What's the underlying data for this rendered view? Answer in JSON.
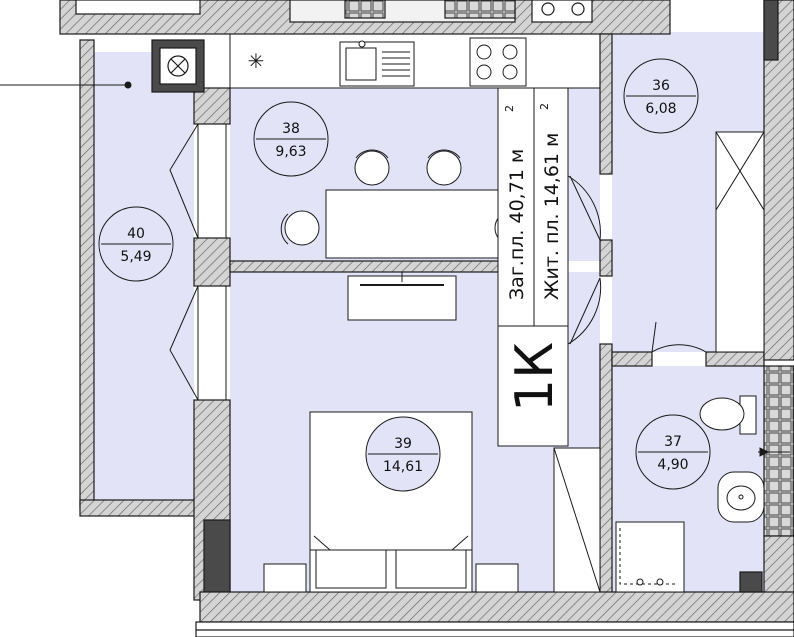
{
  "plan": {
    "apartment_type": "1К",
    "total_area_label": "Заг.пл. 40,71 м",
    "living_area_label": "Жит. пл. 14,61 м",
    "area_unit_superscript": "2",
    "rooms": [
      {
        "number": "36",
        "area": "6,08"
      },
      {
        "number": "37",
        "area": "4,90"
      },
      {
        "number": "38",
        "area": "9,63"
      },
      {
        "number": "39",
        "area": "14,61"
      },
      {
        "number": "40",
        "area": "5,49"
      }
    ]
  },
  "colors": {
    "floor": "#e3e3f7",
    "wall": "#cfcfcf",
    "wall_dark": "#4a4a4a",
    "line": "#1a1a1a"
  }
}
